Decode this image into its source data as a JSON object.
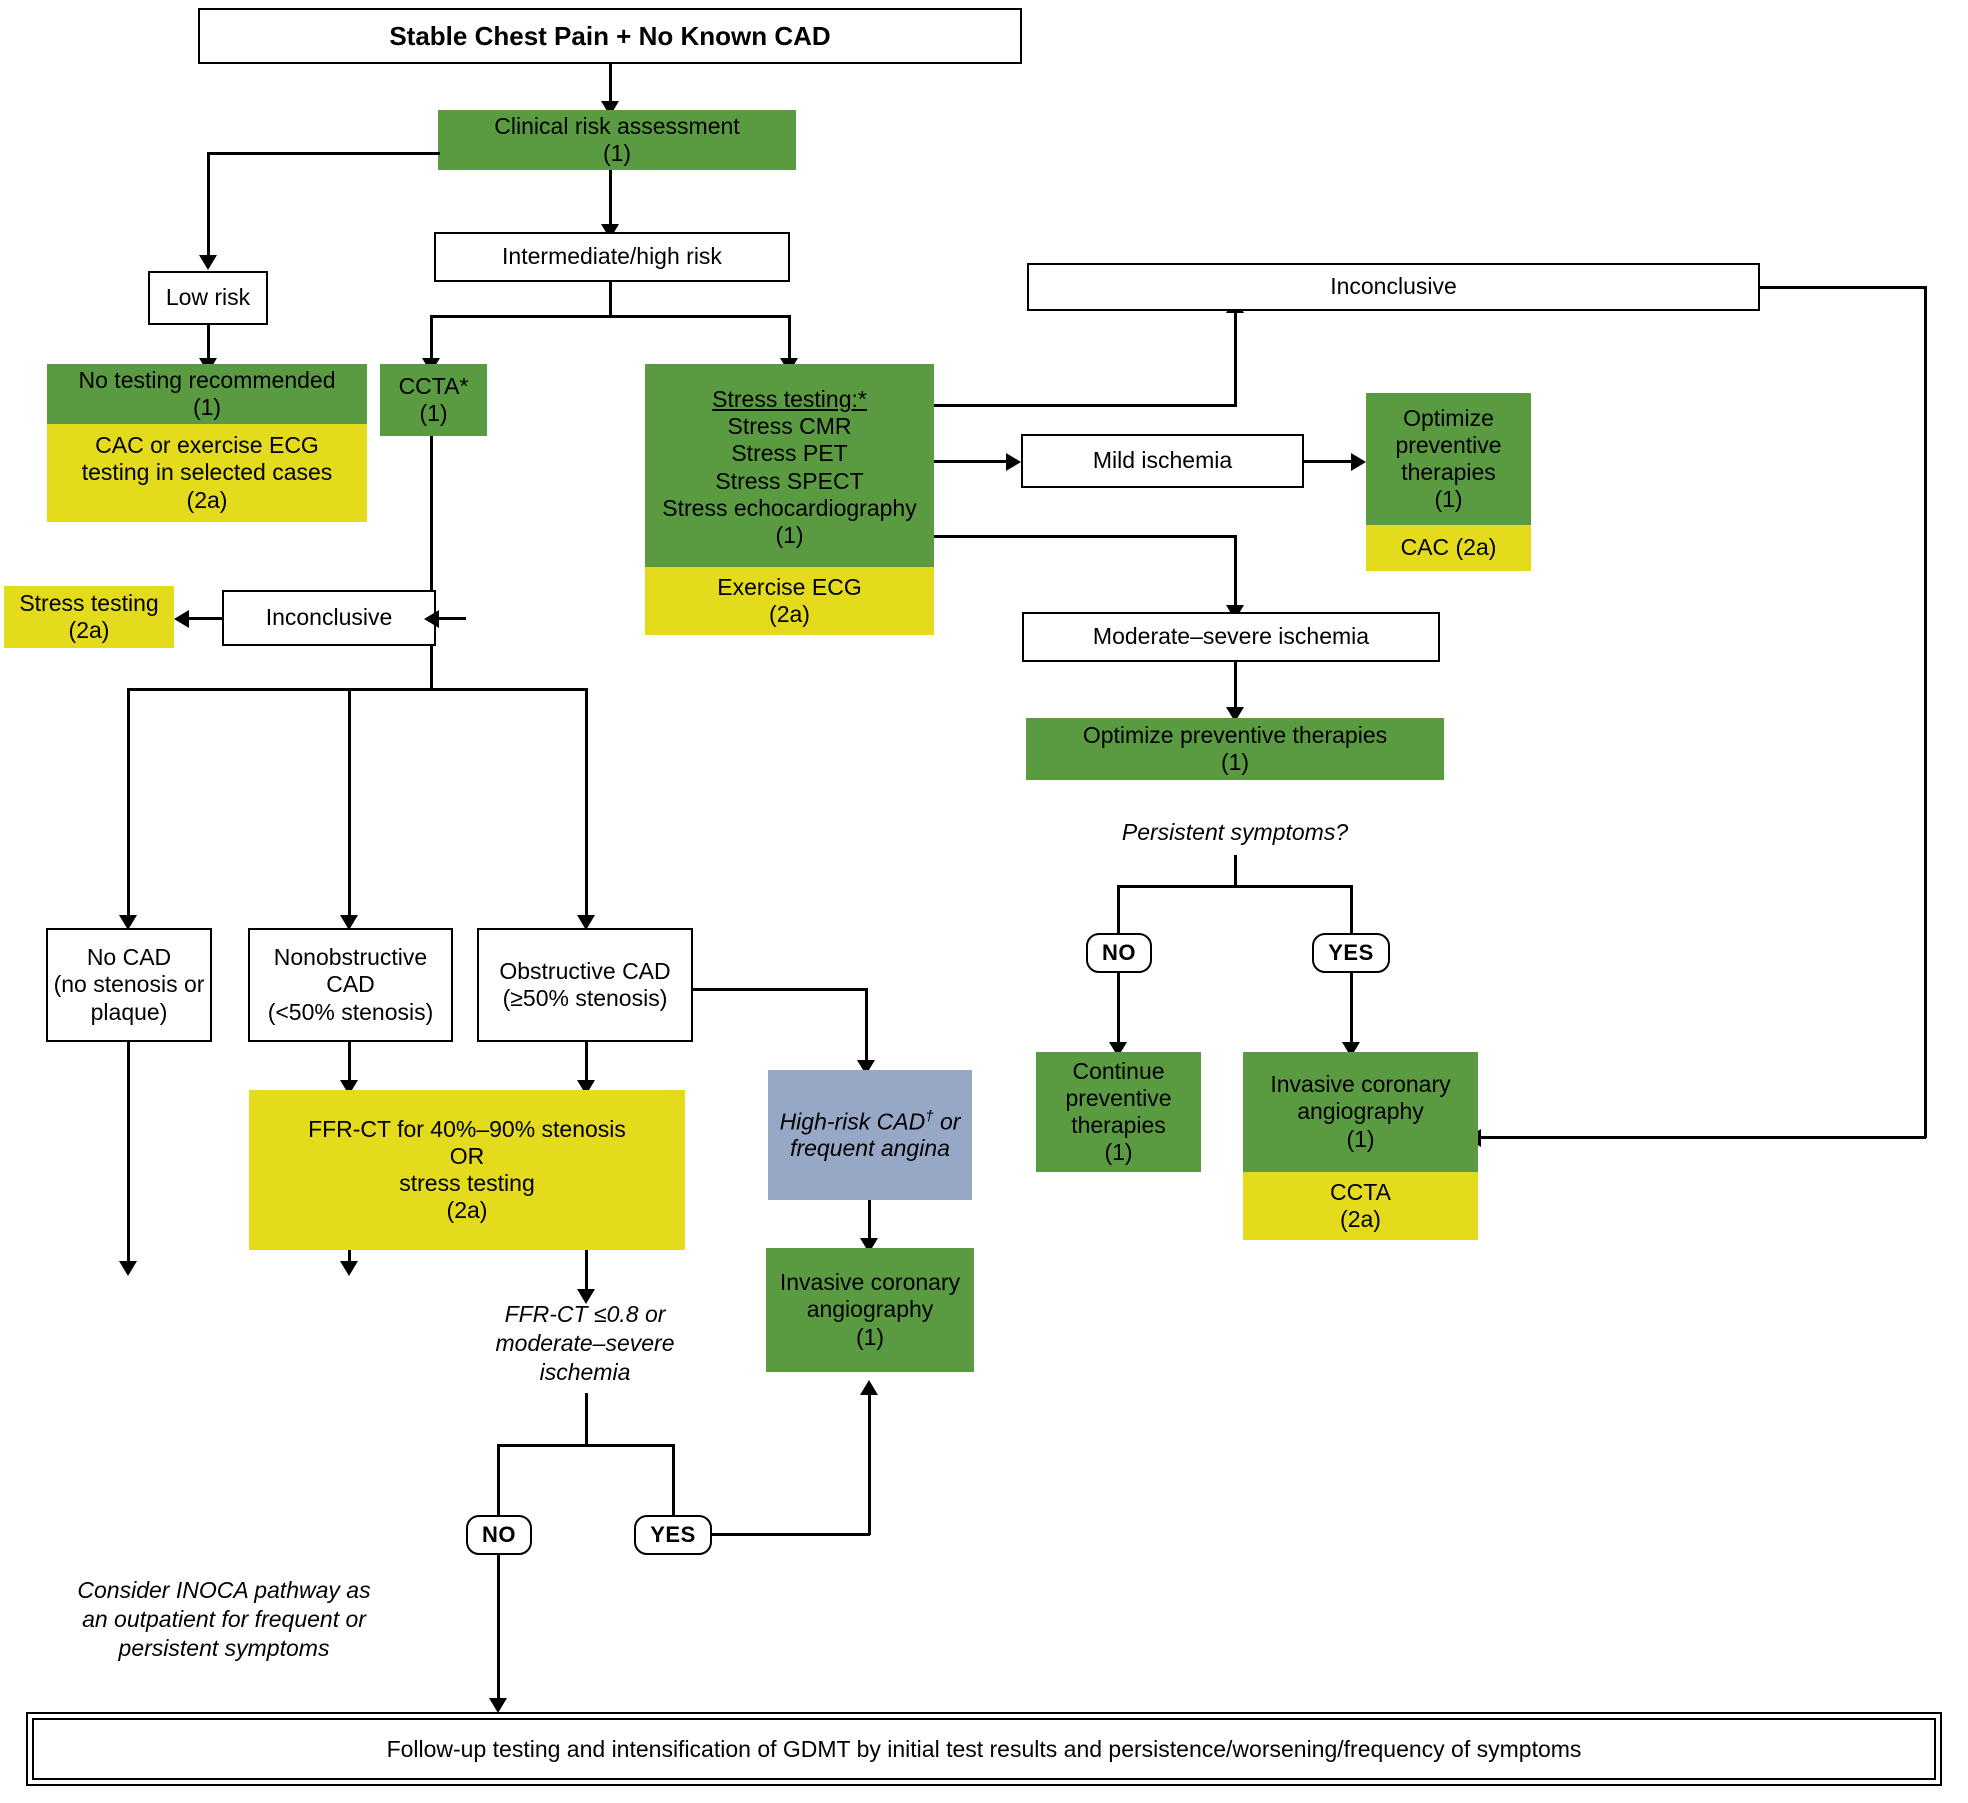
{
  "title": "Stable Chest Pain + No Known CAD",
  "nodes": {
    "clinical_risk": {
      "l1": "Clinical risk assessment",
      "l2": "(1)"
    },
    "intermediate_high": {
      "l1": "Intermediate/high risk"
    },
    "low_risk": {
      "l1": "Low risk"
    },
    "no_testing": {
      "l1": "No testing recommended",
      "l2": "(1)"
    },
    "cac_exercise": {
      "l1": "CAC or exercise ECG",
      "l2": "testing in selected cases",
      "l3": "(2a)"
    },
    "ccta": {
      "l1": "CCTA*",
      "l2": "(1)"
    },
    "stress_testing": {
      "header": "Stress testing:*",
      "items": [
        "Stress CMR",
        "Stress PET",
        "Stress SPECT",
        "Stress echocardiography"
      ],
      "loe": "(1)"
    },
    "exercise_ecg": {
      "l1": "Exercise ECG",
      "l2": "(2a)"
    },
    "inconclusive_right": {
      "l1": "Inconclusive"
    },
    "mild_ischemia": {
      "l1": "Mild ischemia"
    },
    "optimize_right": {
      "l1": "Optimize",
      "l2": "preventive",
      "l3": "therapies",
      "l4": "(1)"
    },
    "cac_2a": {
      "l1": "CAC (2a)"
    },
    "moderate_severe": {
      "l1": "Moderate–severe ischemia"
    },
    "optimize_prev": {
      "l1": "Optimize preventive therapies",
      "l2": "(1)"
    },
    "persistent_symptoms": {
      "l1": "Persistent symptoms?"
    },
    "no_pill": {
      "label": "NO"
    },
    "yes_pill": {
      "label": "YES"
    },
    "continue_prev": {
      "l1": "Continue",
      "l2": "preventive",
      "l3": "therapies",
      "l4": "(1)"
    },
    "invasive_right": {
      "l1": "Invasive coronary",
      "l2": "angiography",
      "l3": "(1)"
    },
    "ccta_2a": {
      "l1": "CCTA",
      "l2": "(2a)"
    },
    "stress_testing_2a": {
      "l1": "Stress testing",
      "l2": "(2a)"
    },
    "inconclusive_left": {
      "l1": "Inconclusive"
    },
    "no_cad": {
      "l1": "No CAD",
      "l2": "(no stenosis or",
      "l3": "plaque)"
    },
    "nonobstructive": {
      "l1": "Nonobstructive",
      "l2": "CAD",
      "l3": "(<50% stenosis)"
    },
    "obstructive": {
      "l1": "Obstructive CAD",
      "l2": "(≥50% stenosis)"
    },
    "ffr_ct": {
      "l1": "FFR-CT for 40%–90% stenosis",
      "l2": "OR",
      "l3": "stress testing",
      "l4": "(2a)"
    },
    "high_risk_cad": {
      "l1": "High-risk CAD† or",
      "l2": "frequent angina"
    },
    "invasive_center": {
      "l1": "Invasive coronary",
      "l2": "angiography",
      "l3": "(1)"
    },
    "ffr_result": {
      "l1": "FFR-CT ≤0.8 or",
      "l2": "moderate–severe",
      "l3": "ischemia"
    },
    "no_pill_2": {
      "label": "NO"
    },
    "yes_pill_2": {
      "label": "YES"
    },
    "inoca": {
      "l1": "Consider INOCA pathway as",
      "l2": "an outpatient for frequent or",
      "l3": "persistent symptoms"
    },
    "footer": {
      "l1": "Follow-up testing and intensification of GDMT by initial test results and persistence/worsening/frequency of symptoms"
    }
  },
  "colors": {
    "class1_green": "#5a9a41",
    "class2a_yellow": "#e3db1c",
    "blue": "#97a7c6",
    "line": "#000000"
  }
}
